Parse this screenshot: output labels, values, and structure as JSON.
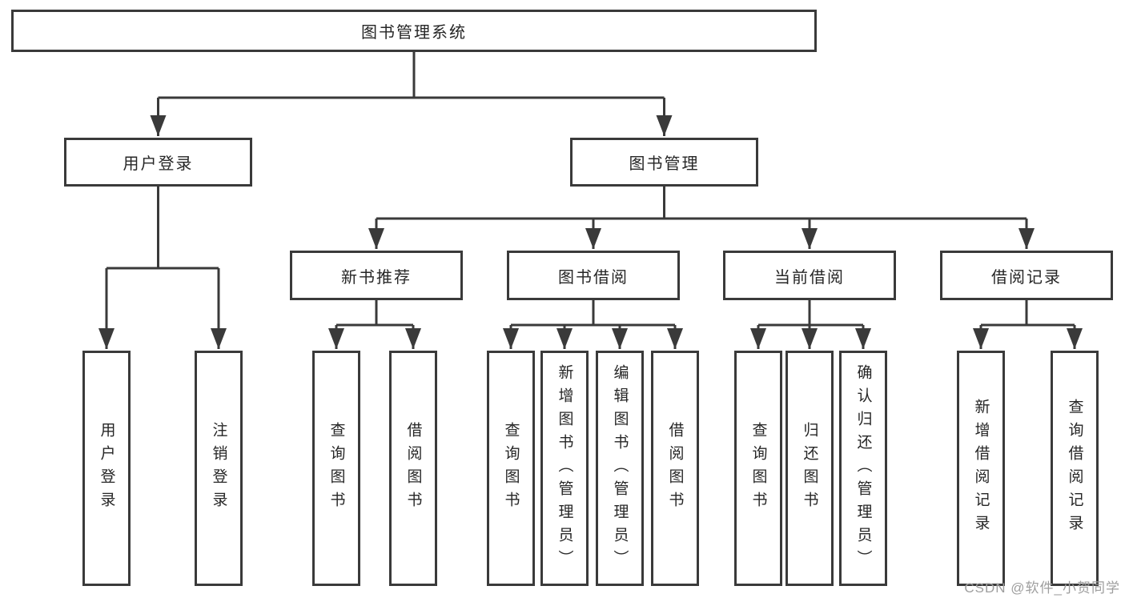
{
  "diagram": {
    "root": "图书管理系统",
    "user_login_branch": {
      "label": "用户登录",
      "children": [
        "用户登录",
        "注销登录"
      ]
    },
    "book_mgmt_branch": {
      "label": "图书管理",
      "modules": [
        {
          "label": "新书推荐",
          "children": [
            "查询图书",
            "借阅图书"
          ]
        },
        {
          "label": "图书借阅",
          "children": [
            "查询图书",
            "新增图书（管理员）",
            "编辑图书（管理员）",
            "借阅图书"
          ]
        },
        {
          "label": "当前借阅",
          "children": [
            "查询图书",
            "归还图书",
            "确认归还（管理员）"
          ]
        },
        {
          "label": "借阅记录",
          "children": [
            "新增借阅记录",
            "查询借阅记录"
          ]
        }
      ]
    }
  },
  "watermark": {
    "text": "CSDN @软件_小贺同学"
  },
  "colors": {
    "line": "#3a3a3a",
    "text": "#262626",
    "watermark": "#9e9e9e"
  }
}
